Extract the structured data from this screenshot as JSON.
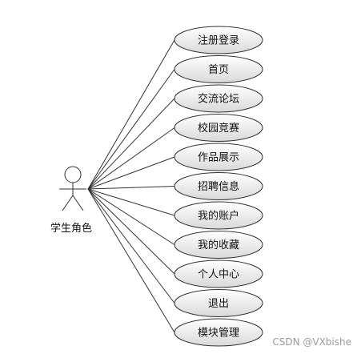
{
  "actor": {
    "name": "学生角色"
  },
  "use_cases": [
    "注册登录",
    "首页",
    "交流论坛",
    "校园竞赛",
    "作品展示",
    "招聘信息",
    "我的账户",
    "我的收藏",
    "个人中心",
    "退出",
    "模块管理"
  ],
  "watermark": "CSDN @VXbishe",
  "colors": {
    "ellipse_top": "#ffffff",
    "ellipse_bottom": "#d9d9d9",
    "stroke": "#333333"
  }
}
